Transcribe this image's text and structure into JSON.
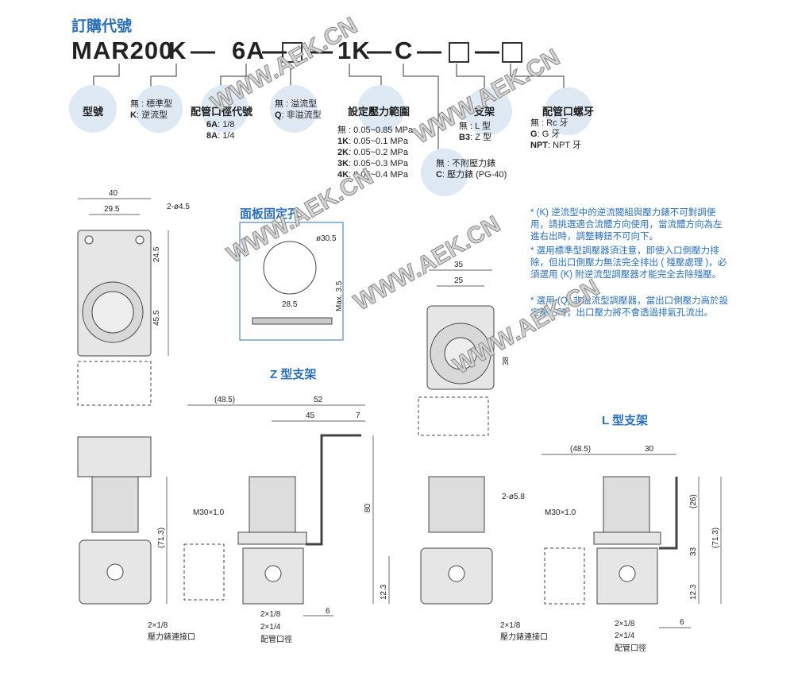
{
  "title": "訂購代號",
  "code": {
    "model": "MAR200",
    "k": "K",
    "port": "6A",
    "range": "1K",
    "gauge": "C",
    "dash": "—"
  },
  "fields": {
    "model": {
      "label": "型號"
    },
    "flow": {
      "options": [
        {
          "key": "無",
          "text": "標準型"
        },
        {
          "key": "K",
          "text": "逆流型"
        }
      ]
    },
    "port": {
      "label": "配管口徑代號",
      "options": [
        {
          "key": "6A",
          "text": "1/8"
        },
        {
          "key": "8A",
          "text": "1/4"
        }
      ]
    },
    "relief": {
      "options": [
        {
          "key": "無",
          "text": "溢流型"
        },
        {
          "key": "Q",
          "text": "非溢流型"
        }
      ]
    },
    "range": {
      "label": "設定壓力範圍",
      "options": [
        {
          "key": "無",
          "text": "0.05~0.85 MPa"
        },
        {
          "key": "1K",
          "text": "0.05~0.1 MPa"
        },
        {
          "key": "2K",
          "text": "0.05~0.2 MPa"
        },
        {
          "key": "3K",
          "text": "0.05~0.3 MPa"
        },
        {
          "key": "4K",
          "text": "0.05~0.4 MPa"
        }
      ]
    },
    "gauge": {
      "options": [
        {
          "key": "無",
          "text": "不附壓力錶"
        },
        {
          "key": "C",
          "text": "壓力錶 (PG-40)"
        }
      ]
    },
    "bracket": {
      "label": "支架",
      "options": [
        {
          "key": "無",
          "text": "L 型"
        },
        {
          "key": "B3",
          "text": "Z 型"
        }
      ]
    },
    "thread": {
      "label": "配管口螺牙",
      "options": [
        {
          "key": "無",
          "text": "Rc 牙"
        },
        {
          "key": "G",
          "text": "G 牙"
        },
        {
          "key": "NPT",
          "text": "NPT 牙"
        }
      ]
    }
  },
  "notes": [
    "* (K) 逆流型中的逆流閥組與壓力錶不可對調使用，請挑選適合流體方向使用，當流體方向為左進右出時，調整轉鈕不可向下。",
    "* 選用標準型調壓器須注意，即使入口側壓力排除，但出口側壓力無法完全排出 ( 殘壓處理 )，必須選用 (K) 附逆流型調壓器才能完全去除殘壓。",
    "* 選用 (Q) 非溢流型調壓器，當出口側壓力高於設定壓力時，出口壓力將不會透過排氣孔流出。"
  ],
  "panel": {
    "title": "面板固定孔",
    "d": "ø30.5",
    "w": "28.5",
    "t": "Max. 3.5"
  },
  "z_bracket": {
    "title": "Z 型支架"
  },
  "l_bracket": {
    "title": "L 型支架"
  },
  "dims": {
    "top_w": "40",
    "top_hole": "29.5",
    "holes": "2-ø4.5",
    "h1": "24.5",
    "h2": "45.5",
    "r35": "35",
    "r25": "25",
    "r38": "38",
    "z485": "(48.5)",
    "z52": "52",
    "z45": "45",
    "z7": "7",
    "z80": "80",
    "z713": "(71.3)",
    "z123": "12.3",
    "z6": "6",
    "thread": "M30×1.0",
    "gport": "2×1/8",
    "gport_label": "壓力錶連接口",
    "p18": "2×1/8",
    "p14": "2×1/4",
    "port_label": "配管口徑",
    "hole58": "2-ø5.8",
    "l485": "(48.5)",
    "l30": "30",
    "l26": "(26)",
    "l33": "33",
    "l713": "(71.3)",
    "l123": "12.3",
    "l6": "6"
  },
  "watermark": "WWW.AEK.CN"
}
